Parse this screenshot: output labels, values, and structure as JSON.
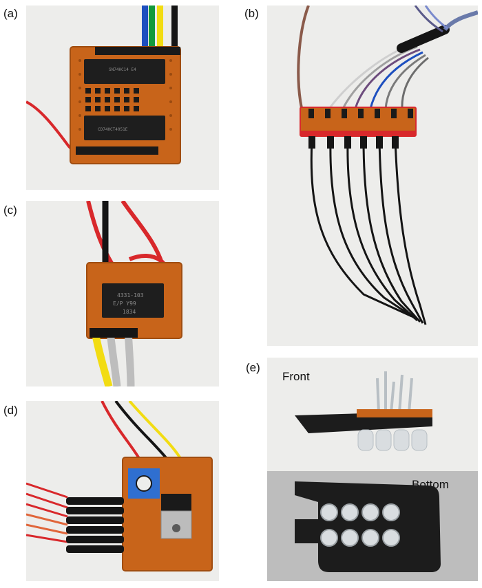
{
  "labels": {
    "a": "(a)",
    "b": "(b)",
    "c": "(c)",
    "d": "(d)",
    "e": "(e)"
  },
  "panel_e": {
    "front": "Front",
    "bottom": "Bottom"
  },
  "chips": {
    "a_top": "SN74HC14 E4",
    "a_bottom": "CD74HCT4051E",
    "c_chip": "4331-103",
    "c_chip2": "E/P Y99",
    "c_chip3": "1834"
  },
  "colors": {
    "board": "#c8641a",
    "board_dark": "#a04d10",
    "wire_red": "#d8282b",
    "wire_black": "#151515",
    "wire_green": "#129a3c",
    "wire_blue": "#1d4fbf",
    "wire_yellow": "#f2dc12",
    "wire_gray": "#bdbdbd",
    "background": "#eeeeec"
  }
}
